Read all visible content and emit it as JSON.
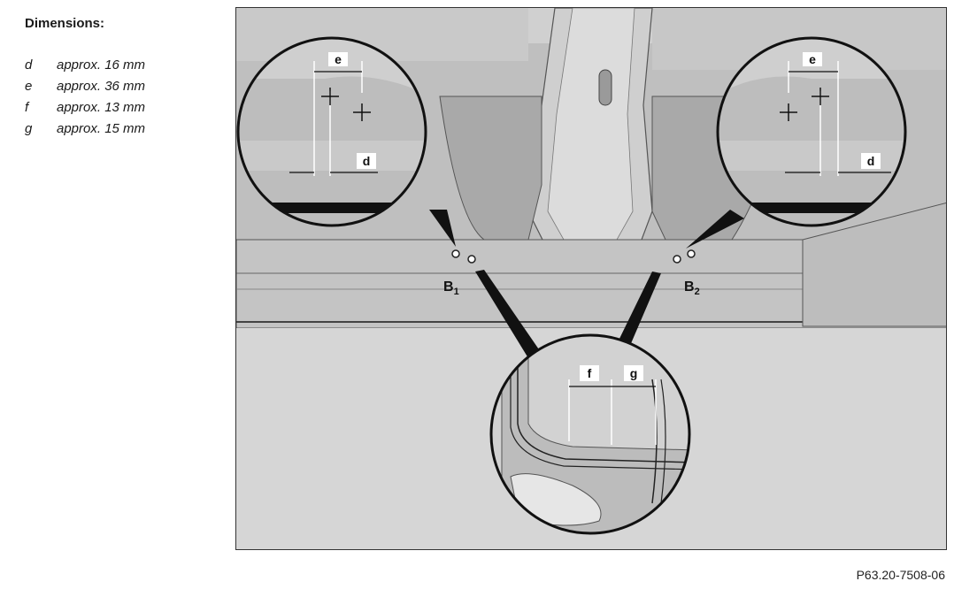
{
  "legend": {
    "title": "Dimensions:",
    "items": [
      {
        "symbol": "d",
        "text": "approx. 16 mm"
      },
      {
        "symbol": "e",
        "text": "approx. 36 mm"
      },
      {
        "symbol": "f",
        "text": "approx. 13 mm"
      },
      {
        "symbol": "g",
        "text": "approx. 15 mm"
      }
    ]
  },
  "figure": {
    "left_detail": {
      "label_e": "e",
      "label_d": "d"
    },
    "right_detail": {
      "label_e": "e",
      "label_d": "d"
    },
    "bottom_detail": {
      "label_f": "f",
      "label_g": "g"
    },
    "point_b1": {
      "letter": "B",
      "sub": "1"
    },
    "point_b2": {
      "letter": "B",
      "sub": "2"
    }
  },
  "reference_code": "P63.20-7508-06"
}
